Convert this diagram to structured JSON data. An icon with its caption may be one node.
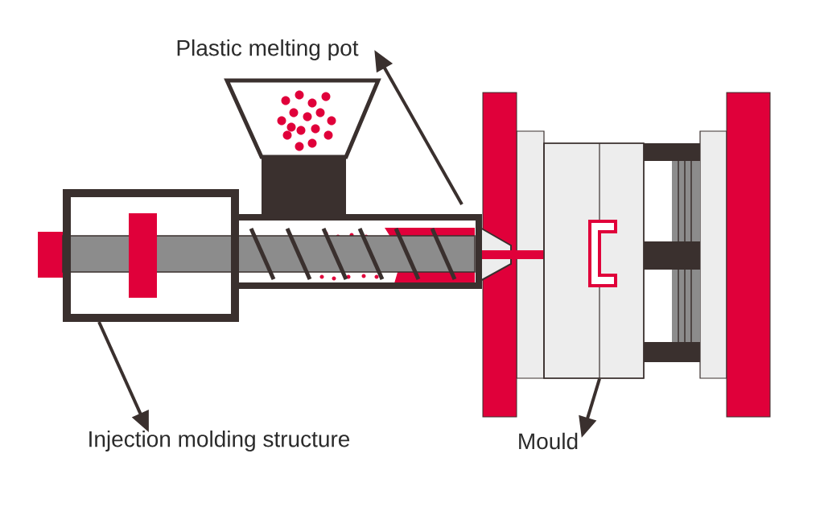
{
  "diagram": {
    "nodes": [
      {
        "text": [
          "Plastic melting pot"
        ]
      },
      {
        "text": [
          "Injection molding structure"
        ]
      },
      {
        "text": [
          "Mould"
        ]
      },
      {
        "text": [],
        "shape": "box"
      },
      {
        "text": [],
        "shape": "box"
      },
      {
        "text": [],
        "shape": "box"
      }
    ],
    "edges": [
      {
        "from": 4,
        "to": 0,
        "arrow": "to"
      },
      {
        "from": 3,
        "to": 1,
        "arrow": "to"
      },
      {
        "from": 5,
        "to": 2,
        "arrow": "to"
      }
    ]
  }
}
